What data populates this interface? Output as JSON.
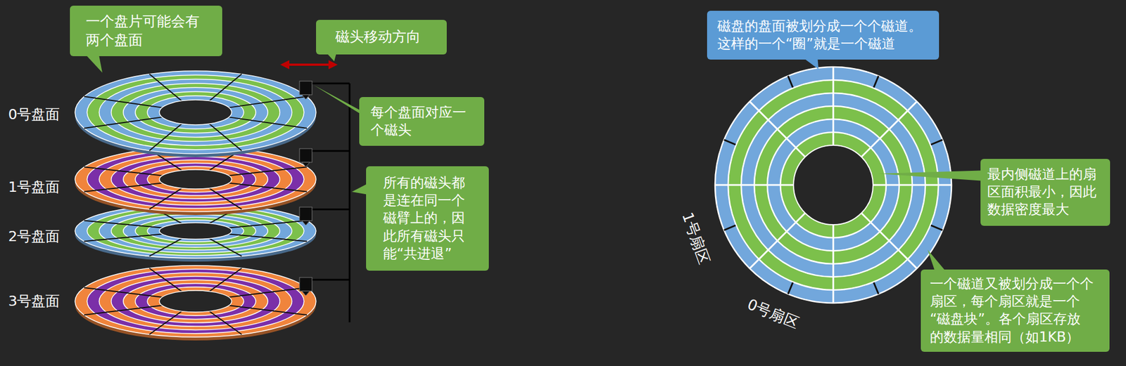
{
  "diagram": {
    "nodes": [
      {
        "text": [
          "一个盘片可能会有 两个盘面"
        ]
      },
      {
        "text": [
          "磁头移动方向"
        ]
      },
      {
        "text": [
          "每个盘面对应一 个磁头"
        ]
      },
      {
        "text": [
          "所有的磁头都 是连在同一个 磁臂上的，因 此所有磁头只 能“共进退”"
        ]
      },
      {
        "text": [
          "磁盘的盘面被划分成一个个磁道。 这样的一个“圈”就是一个磁道"
        ]
      },
      {
        "text": [
          "最内侧磁道上的扇 区面积最小，因此 数据密度最大"
        ]
      },
      {
        "text": [
          "一个磁道又被划分成一个个 扇区，每个扇区就是一个 “磁盘块”。各个扇区存放 的数据量相同（如1KB）"
        ]
      }
    ],
    "labels": [
      "0号盘面",
      "1号盘面",
      "2号盘面",
      "3号盘面",
      "1号扇区",
      "0号扇区"
    ]
  }
}
